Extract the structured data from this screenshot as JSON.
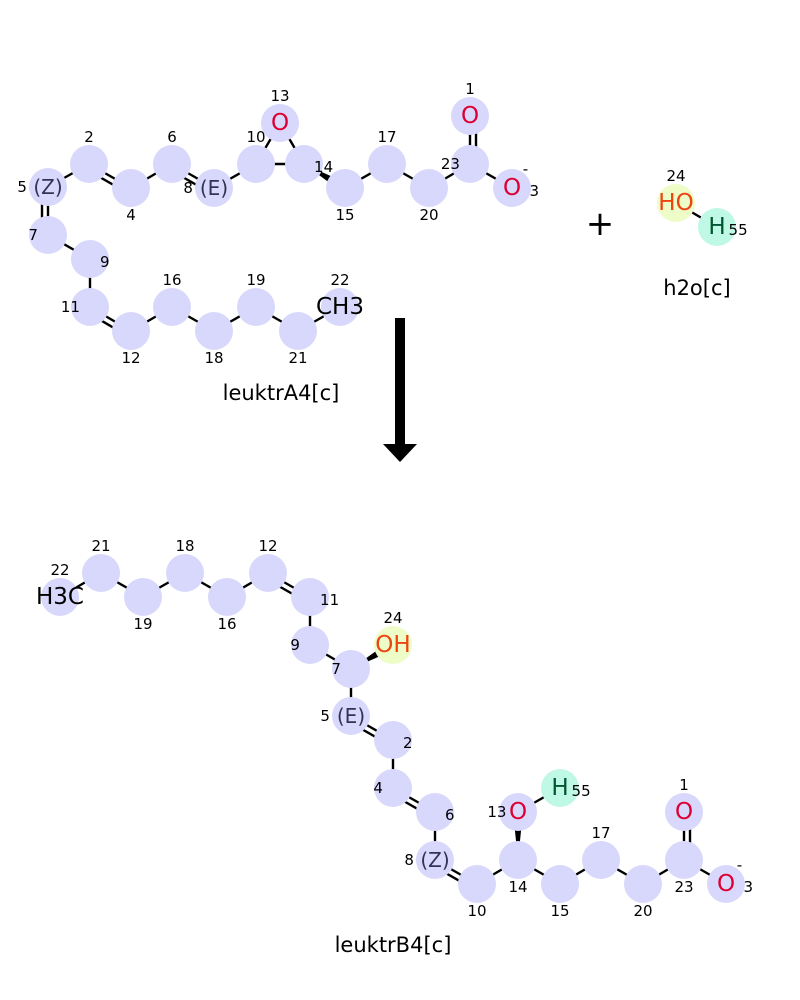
{
  "reaction": {
    "reactants": [
      {
        "name": "leuktrA4[c]"
      },
      {
        "name": "h2o[c]"
      }
    ],
    "products": [
      {
        "name": "leuktrB4[c]"
      }
    ],
    "plus_sign": "+",
    "arrow": "arrow-down"
  },
  "molecules": {
    "leuktrA4": {
      "atoms": [
        {
          "id": "5",
          "sym": "",
          "stereo": "(Z)",
          "color": "default"
        },
        {
          "id": "2",
          "sym": ""
        },
        {
          "id": "4",
          "sym": ""
        },
        {
          "id": "6",
          "sym": ""
        },
        {
          "id": "8",
          "sym": "",
          "stereo": "(E)"
        },
        {
          "id": "10",
          "sym": ""
        },
        {
          "id": "13",
          "sym": "O"
        },
        {
          "id": "14",
          "sym": ""
        },
        {
          "id": "15",
          "sym": ""
        },
        {
          "id": "17",
          "sym": ""
        },
        {
          "id": "20",
          "sym": ""
        },
        {
          "id": "23",
          "sym": ""
        },
        {
          "id": "1",
          "sym": "O"
        },
        {
          "id": "3",
          "sym": "O",
          "charge": "-"
        },
        {
          "id": "7",
          "sym": ""
        },
        {
          "id": "9",
          "sym": ""
        },
        {
          "id": "11",
          "sym": ""
        },
        {
          "id": "12",
          "sym": ""
        },
        {
          "id": "16",
          "sym": ""
        },
        {
          "id": "18",
          "sym": ""
        },
        {
          "id": "19",
          "sym": ""
        },
        {
          "id": "21",
          "sym": ""
        },
        {
          "id": "22",
          "sym": "CH3"
        }
      ]
    },
    "h2o": {
      "atoms": [
        {
          "id": "24",
          "sym": "HO"
        },
        {
          "id": "55",
          "sym": "H"
        }
      ]
    },
    "leuktrB4": {
      "atoms": [
        {
          "id": "22",
          "sym": "H3C"
        },
        {
          "id": "21",
          "sym": ""
        },
        {
          "id": "19",
          "sym": ""
        },
        {
          "id": "18",
          "sym": ""
        },
        {
          "id": "16",
          "sym": ""
        },
        {
          "id": "12",
          "sym": ""
        },
        {
          "id": "11",
          "sym": ""
        },
        {
          "id": "9",
          "sym": ""
        },
        {
          "id": "7",
          "sym": ""
        },
        {
          "id": "24",
          "sym": "OH"
        },
        {
          "id": "5",
          "sym": "",
          "stereo": "(E)"
        },
        {
          "id": "2",
          "sym": ""
        },
        {
          "id": "4",
          "sym": ""
        },
        {
          "id": "6",
          "sym": ""
        },
        {
          "id": "8",
          "sym": "",
          "stereo": "(Z)"
        },
        {
          "id": "10",
          "sym": ""
        },
        {
          "id": "14",
          "sym": ""
        },
        {
          "id": "13",
          "sym": "O"
        },
        {
          "id": "55",
          "sym": "H"
        },
        {
          "id": "15",
          "sym": ""
        },
        {
          "id": "17",
          "sym": ""
        },
        {
          "id": "20",
          "sym": ""
        },
        {
          "id": "23",
          "sym": ""
        },
        {
          "id": "1",
          "sym": "O"
        },
        {
          "id": "3",
          "sym": "O",
          "charge": "-"
        }
      ]
    }
  },
  "colors": {
    "atom_highlight": "#d8d8fc",
    "water_o_highlight": "#eefcc8",
    "water_h_highlight": "#bff8e4",
    "oxygen": "#dd0033",
    "water_oxygen": "#ee4411",
    "hydrogen_55": "#005533"
  }
}
